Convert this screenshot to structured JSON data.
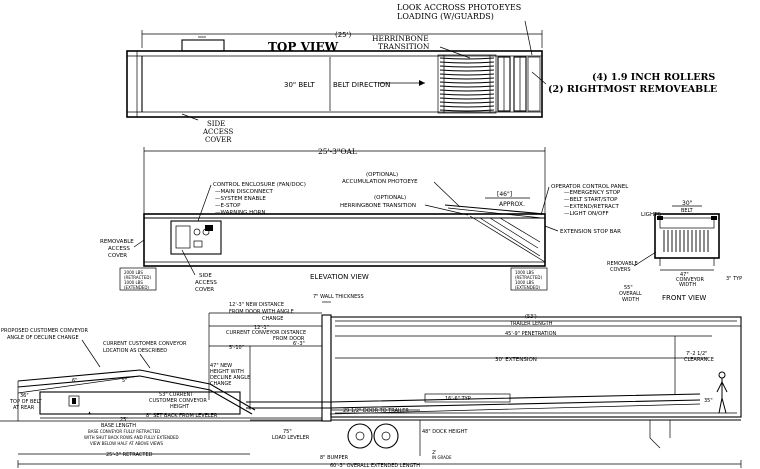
{
  "top_view": {
    "title": "TOP VIEW",
    "belt_width": "30\" BELT",
    "belt_direction": "BELT DIRECTION",
    "width_dim": "(25')",
    "side_access": [
      "SIDE",
      "ACCESS",
      "COVER"
    ],
    "herringbone": [
      "HERRINBONE",
      "TRANSITION"
    ],
    "photoeyes": [
      "LOOK ACCROSS PHOTOEYES",
      "LOADING (W/GUARDS)"
    ],
    "rollers": [
      "(4) 1.9 INCH ROLLERS",
      "(2) RIGHTMOST REMOVEABLE"
    ]
  },
  "elevation": {
    "title": "ELEVATION VIEW",
    "oal": "25'-3\"OAL",
    "accumulation": [
      "(OPTIONAL)",
      "ACCUMULATION PHOTOEYE"
    ],
    "herringbone": [
      "(OPTIONAL)",
      "HERRINGBONE TRANSITION"
    ],
    "approx": [
      "[46\"]",
      "APPROX."
    ],
    "control_enclosure": [
      "CONTROL ENCLOSURE (FAN/DOC)",
      "—MAIN DISCONNECT",
      "—SYSTEM ENABLE",
      "—E-STOP",
      "—WARNING HORN"
    ],
    "operator_panel": [
      "OPERATOR CONTROL PANEL",
      "—EMERGENCY STOP",
      "—BELT START/STOP",
      "—EXTEND/RETRACT",
      "—LIGHT ON/OFF"
    ],
    "removable_cover": [
      "REMOVABLE",
      "ACCESS",
      "COVER"
    ],
    "side_access": [
      "SIDE",
      "ACCESS",
      "COVER"
    ],
    "extension_stop": "EXTENSION STOP BAR",
    "left_tag": [
      "2000 LBS",
      "(RETRACTED)",
      "1000 LBS",
      "(EXTENDED)"
    ],
    "right_tag": [
      "1000 LBS",
      "(RETRACTED)",
      "1000 LBS",
      "(EXTENDED)"
    ]
  },
  "front_view": {
    "title": "FRONT VIEW",
    "top_dim": "30\"",
    "belt": "BELT",
    "lights": "LIGHTS",
    "removable": [
      "REMOVABLE",
      "COVERS"
    ],
    "conveyor_width": [
      "47\"",
      "CONVEYOR",
      "WIDTH"
    ],
    "overall_width": [
      "55\"",
      "OVERALL",
      "WIDTH"
    ],
    "typ": "3\" TYP"
  },
  "bottom": {
    "wall_thickness": "7\" WALL THICKNESS",
    "new_distance": [
      "12'-3\" NEW DISTANCE",
      "FROM DOOR WITH ANGLE",
      "CHANGE"
    ],
    "dim_12_1": "12'-1\"",
    "current_distance": [
      "CURRENT CONVEYOR DISTANCE",
      "FROM DOOR"
    ],
    "dim_5_10": "5'-10\"",
    "dim_6_3": "6'-3\"",
    "proposed": [
      "PROPOSED CUSTOMER CONVEYOR",
      "ANGLE OF DECLINE CHANGE"
    ],
    "current_location": [
      "CURRENT CUSTOMER CONVEYOR",
      "LOCATION AS DESCRIBED"
    ],
    "dim_6": "6\"",
    "dim_5": "5\"",
    "height_47": [
      "47\" NEW",
      "HEIGHT WITH",
      "DECLINE ANGLE",
      "CHANGE"
    ],
    "current_height": [
      "53\" CURRENT",
      "CUSTOMER CONVEYOR",
      "HEIGHT"
    ],
    "top_belt": [
      "36\"",
      "TOP OF BELT",
      "AT REAR"
    ],
    "set_back": "8\" SET BACK FROM LEVELER",
    "dim_25": "25'",
    "base_length": "BASE LENGTH",
    "base_note": [
      "BASE CONVEYOR FULLY RETRACTED",
      "WITH SHUT BACK ROWS AND FULLY EXTENDED",
      "VIEW BELOW HALF AT ABOVE VIEWS"
    ],
    "retracted": "25'-3\" RETRACTED",
    "load_leveler": [
      "75\"",
      "LOAD LEVELER"
    ],
    "door_to_trailer": "29 1/2\" DOOR TO TRAILER",
    "bumper": "8\" BUMPER",
    "dock_height": "48\" DOCK HEIGHT",
    "typ": "16'-6\" TYP",
    "oal_top": "(53')",
    "trailer_length": "TRAILER LENGTH",
    "penetration": "45'-9\" PENETRATION",
    "extension": "30' EXTENSION",
    "clearance": [
      "7'-2 1/2\"",
      "CLEARANCE"
    ],
    "dim_35": "35\"",
    "dim_2": "2'",
    "in_grade": "IN GRADE",
    "overall_extended": "60'-3\" OVERALL EXTENDED LENGTH"
  }
}
